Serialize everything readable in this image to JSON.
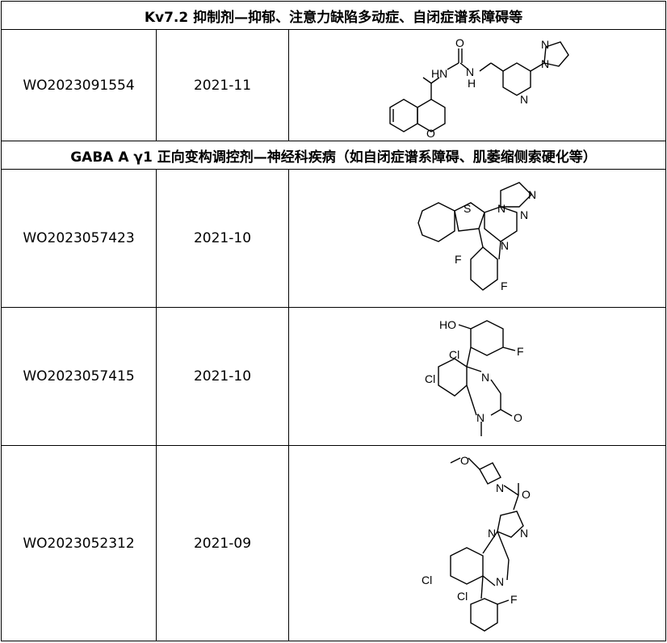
{
  "sections": [
    {
      "header": "Kv7.2 抑制剂—抑郁、注意力缺陷多动症、自闭症谱系障碍等",
      "rows": [
        {
          "patent": "WO2023091554",
          "date": "2021-11",
          "atoms": [
            "HN",
            "N",
            "H",
            "O",
            "N",
            "N",
            "N",
            "O"
          ]
        }
      ]
    },
    {
      "header": "GABA A γ1 正向变构调控剂—神经科疾病（如自闭症谱系障碍、肌萎缩侧索硬化等）",
      "rows": [
        {
          "patent": "WO2023057423",
          "date": "2021-10",
          "atoms": [
            "S",
            "N",
            "N",
            "N",
            "N",
            "F",
            "F"
          ]
        },
        {
          "patent": "WO2023057415",
          "date": "2021-10",
          "atoms": [
            "HO",
            "F",
            "Cl",
            "Cl",
            "N",
            "N",
            "O"
          ]
        },
        {
          "patent": "WO2023052312",
          "date": "2021-09",
          "atoms": [
            "O",
            "N",
            "O",
            "N",
            "N",
            "N",
            "Cl",
            "Cl",
            "F"
          ]
        }
      ]
    }
  ]
}
